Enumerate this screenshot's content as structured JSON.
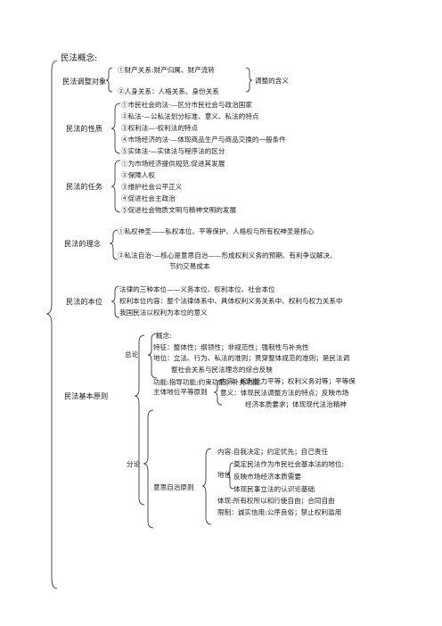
{
  "title": "民法概念:",
  "concept": {
    "regulate": "民法调整对象",
    "items": [
      "①财产关系:财产归属、财产流转",
      "②人身关系：人格关系、身份关系"
    ],
    "meaning": "调整的含义"
  },
  "nature": {
    "label": "民法的性质",
    "items": [
      "①市民社会的法-—区分市民社会与政治国家",
      "②私法-—公私法划分标准、意义、私法的特点",
      "③权利法—-权利法的特点",
      "④市场经济的法-—体现商品生产与商品交换的一般条件",
      "⑤实体法-—实体法与程序法的区分"
    ]
  },
  "tasks": {
    "label": "民法的任务",
    "items": [
      "①为市场经济提供规范,促进其发展",
      "②保障人权",
      "③维护社会公平正义",
      "④促进社会主政治",
      "⑤促进社会物质文明与精神文明的发展"
    ]
  },
  "idea": {
    "label": "民法的理念",
    "items": [
      "①私权神圣——私权本位、平等保护、人格权与所有权神圣是核心",
      "②私法自治-—核心是意思自治——形成权利义务的预期、有利争议解决、",
      "节约交易成本"
    ]
  },
  "standard": {
    "label": "民法的本位",
    "items": [
      "法律的三种本位——义务本位、权利本位、社会本位",
      "权利本位内容：整个法律体系中、具体权利义务关系中、权利与权力关系中",
      "我国民法以权利为本位的意义"
    ]
  },
  "principles": {
    "label": "民法基本原则",
    "general": {
      "label": "总论",
      "items": [
        "概念:",
        "特征：整体性；纲领性；非规范性；强制性与补充性",
        "地位：立法、行为、私法的准则；贯穿整体规范的准则；是民法调",
        "整社会关系与民法理念的综合反映",
        "功能:指导功能;约束功能；补充功能"
      ]
    },
    "specific": {
      "label": "分论",
      "equality": {
        "label": "主体地位平等原则",
        "items": [
          "内容：权利能力平等；权利义务对等；平等保",
          "意义：体现民法调整方法的特点；反映市场",
          "经济本质要求；体现现代法治精神"
        ]
      },
      "autonomy": {
        "label": "意思自治原则",
        "content": "内容:自我决定；约定优先；自己责任",
        "status_label": "地位",
        "status_items": [
          "奠定民法作为市民社会基本法的地位;",
          "反映市场经济本质需要",
          "体现民事立法的认识论基础"
        ],
        "embodiment": "体现:所有权所以和行使自由；合同自由",
        "limits": "限制：诚实信用;公序良俗；禁止权利滥用"
      }
    }
  }
}
